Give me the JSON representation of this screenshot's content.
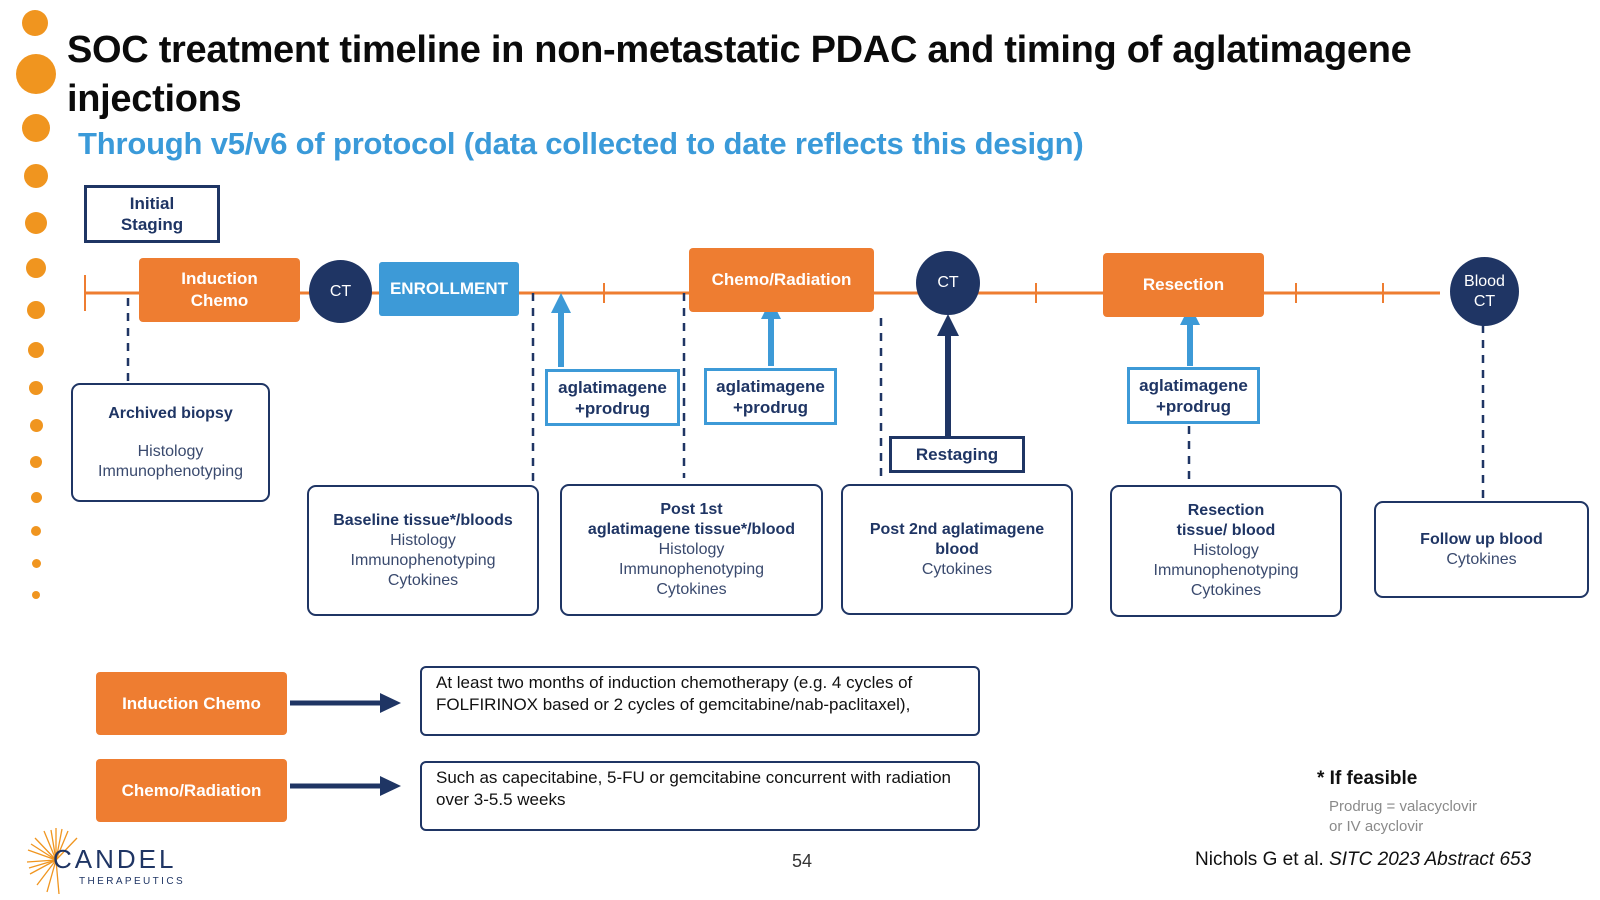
{
  "title": "SOC treatment timeline in non-metastatic PDAC and timing of aglatimagene injections",
  "subtitle": "Through v5/v6 of protocol (data collected to date reflects this design)",
  "colors": {
    "orange": "#ee7d31",
    "blue": "#3d9ad7",
    "navy": "#1f3564",
    "dots": "#f0951f"
  },
  "timeline": {
    "initial_staging": "Initial Staging",
    "induction_chemo": "Induction Chemo",
    "ct1": "CT",
    "enrollment": "ENROLLMENT",
    "chemo_radiation": "Chemo/Radiation",
    "ct2": "CT",
    "resection": "Resection",
    "blood_ct": "Blood CT",
    "restaging": "Restaging"
  },
  "injections": [
    {
      "label": "aglatimagene +prodrug"
    },
    {
      "label": "aglatimagene +prodrug"
    },
    {
      "label": "aglatimagene +prodrug"
    }
  ],
  "samples": [
    {
      "title": "Archived biopsy",
      "lines": [
        "Histology",
        "Immunophenotyping"
      ]
    },
    {
      "title": "Baseline tissue*/bloods",
      "lines": [
        "Histology",
        "Immunophenotyping",
        "Cytokines"
      ]
    },
    {
      "title": "Post 1st\naglatimagene tissue*/blood",
      "lines": [
        "Histology",
        "Immunophenotyping",
        "Cytokines"
      ]
    },
    {
      "title": "Post 2nd aglatimagene\nblood",
      "lines": [
        "Cytokines"
      ]
    },
    {
      "title": "Resection\ntissue/ blood",
      "lines": [
        "Histology",
        "Immunophenotyping",
        "Cytokines"
      ]
    },
    {
      "title": "Follow up blood",
      "lines": [
        "Cytokines"
      ]
    }
  ],
  "legend": [
    {
      "label": "Induction Chemo",
      "text": "At least two months of induction chemotherapy (e.g. 4 cycles of FOLFIRINOX based or 2 cycles of gemcitabine/nab-paclitaxel),"
    },
    {
      "label": "Chemo/Radiation",
      "text": "Such as capecitabine, 5-FU or gemcitabine concurrent with radiation over 3-5.5 weeks"
    }
  ],
  "footnote": {
    "heading": "* If feasible",
    "line1": "Prodrug = valacyclovir",
    "line2": "or IV acyclovir"
  },
  "page_number": "54",
  "citation": {
    "authors": "Nichols G et al. ",
    "source": "SITC 2023 Abstract 653"
  },
  "logo": {
    "name": "CANDEL",
    "sub": "THERAPEUTICS"
  }
}
